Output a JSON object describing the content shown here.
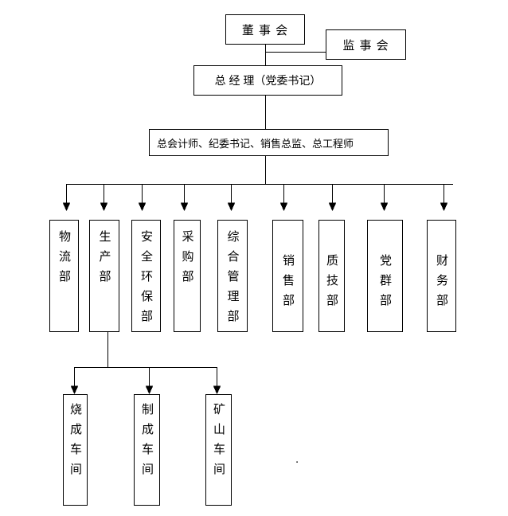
{
  "colors": {
    "background": "#ffffff",
    "line": "#000000",
    "text": "#000000"
  },
  "org_chart": {
    "board": "董 事 会",
    "supervisory_board": "监 事 会",
    "general_manager": "总 经 理（党委书记）",
    "executives": "总会计师、纪委书记、销售总监、总工程师",
    "departments": [
      {
        "label": "物流部"
      },
      {
        "label": "生产部"
      },
      {
        "label": "安全环保部"
      },
      {
        "label": "采购部"
      },
      {
        "label": "综合管理部"
      },
      {
        "label": "销售部"
      },
      {
        "label": "质技部"
      },
      {
        "label": "党群部"
      },
      {
        "label": "财务部"
      }
    ],
    "production_workshops": [
      {
        "label": "烧成车间"
      },
      {
        "label": "制成车间"
      },
      {
        "label": "矿山车间"
      }
    ],
    "stray_mark": "."
  }
}
